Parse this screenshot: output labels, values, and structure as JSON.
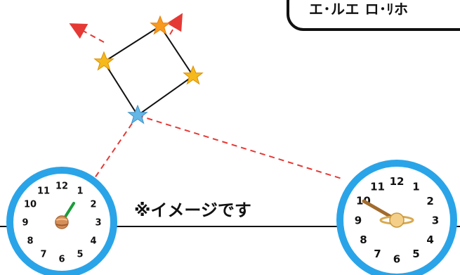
{
  "callout": {
    "text": "エ･ルエ ロ･ﾘホ"
  },
  "caption": {
    "text": "※イメージです"
  },
  "colors": {
    "dashed_line": "#e53935",
    "clock_ring": "#2aa4e8",
    "star_orange": "#f79a1f",
    "star_yellow": "#f6b91c",
    "star_blue": "#63b7e6",
    "hand_green": "#1a9d3b",
    "hand_brown": "#a26b2c",
    "outline": "#111111"
  },
  "icons": {
    "left_planet": "jupiter-icon",
    "right_planet": "saturn-icon",
    "stars": "star-icon"
  },
  "clocks": {
    "left": {
      "numbers": [
        "12",
        "1",
        "2",
        "3",
        "4",
        "5",
        "6",
        "7",
        "8",
        "9",
        "10",
        "11"
      ]
    },
    "right": {
      "numbers": [
        "12",
        "1",
        "2",
        "3",
        "4",
        "5",
        "6",
        "7",
        "8",
        "9",
        "10",
        "11"
      ]
    }
  }
}
